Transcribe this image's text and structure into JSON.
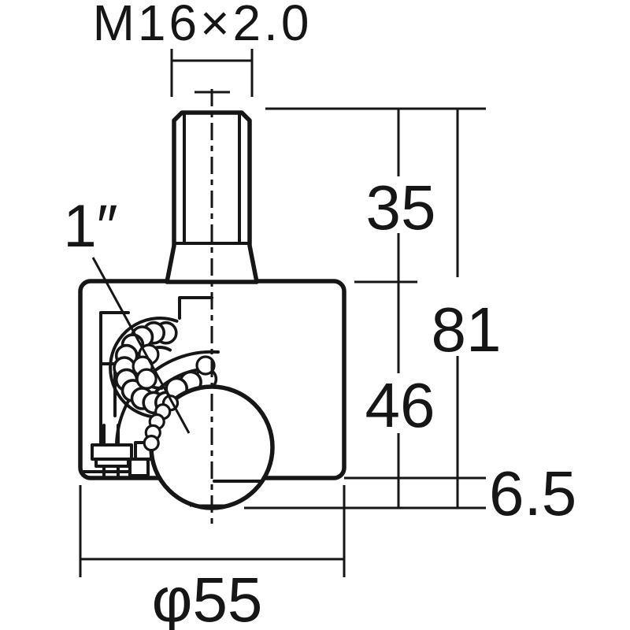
{
  "drawing": {
    "colors": {
      "ink": "#161616",
      "paper": "#ffffff"
    },
    "labels": {
      "thread": "M16×2.0",
      "ball_size": "1″",
      "stud_length": "35",
      "total_height": "81",
      "body_height": "46",
      "ball_protrusion": "6.5",
      "body_diameter": "φ55"
    }
  }
}
